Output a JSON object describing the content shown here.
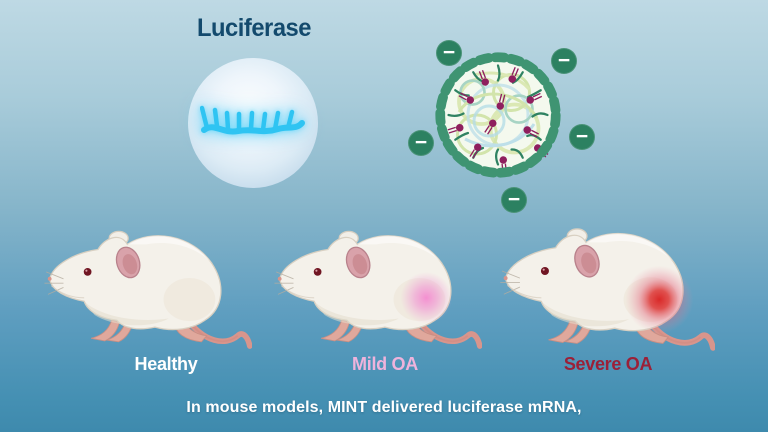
{
  "title": {
    "text": "Luciferase"
  },
  "nanoparticle": {
    "description": "lipid nanoparticle with mRNA cargo",
    "charges": [
      "−",
      "−",
      "−",
      "−",
      "−"
    ]
  },
  "mice": [
    {
      "label": "Healthy",
      "condition": "none"
    },
    {
      "label": "Mild OA",
      "condition": "mild"
    },
    {
      "label": "Severe OA",
      "condition": "severe"
    }
  ],
  "caption": {
    "text": "In mouse models, MINT delivered luciferase mRNA,"
  },
  "colors": {
    "background_top": "#bed9e4",
    "background_bottom": "#3e8aad",
    "title_text": "#134a6d",
    "mrna_glow": "#2fc4f2",
    "charge_circle": "#2c8161",
    "label_healthy": "#ffffff",
    "label_mild": "#efb3dc",
    "label_severe": "#9b2038",
    "mild_glow": "#f57fce",
    "severe_glow": "#d81f1f"
  }
}
